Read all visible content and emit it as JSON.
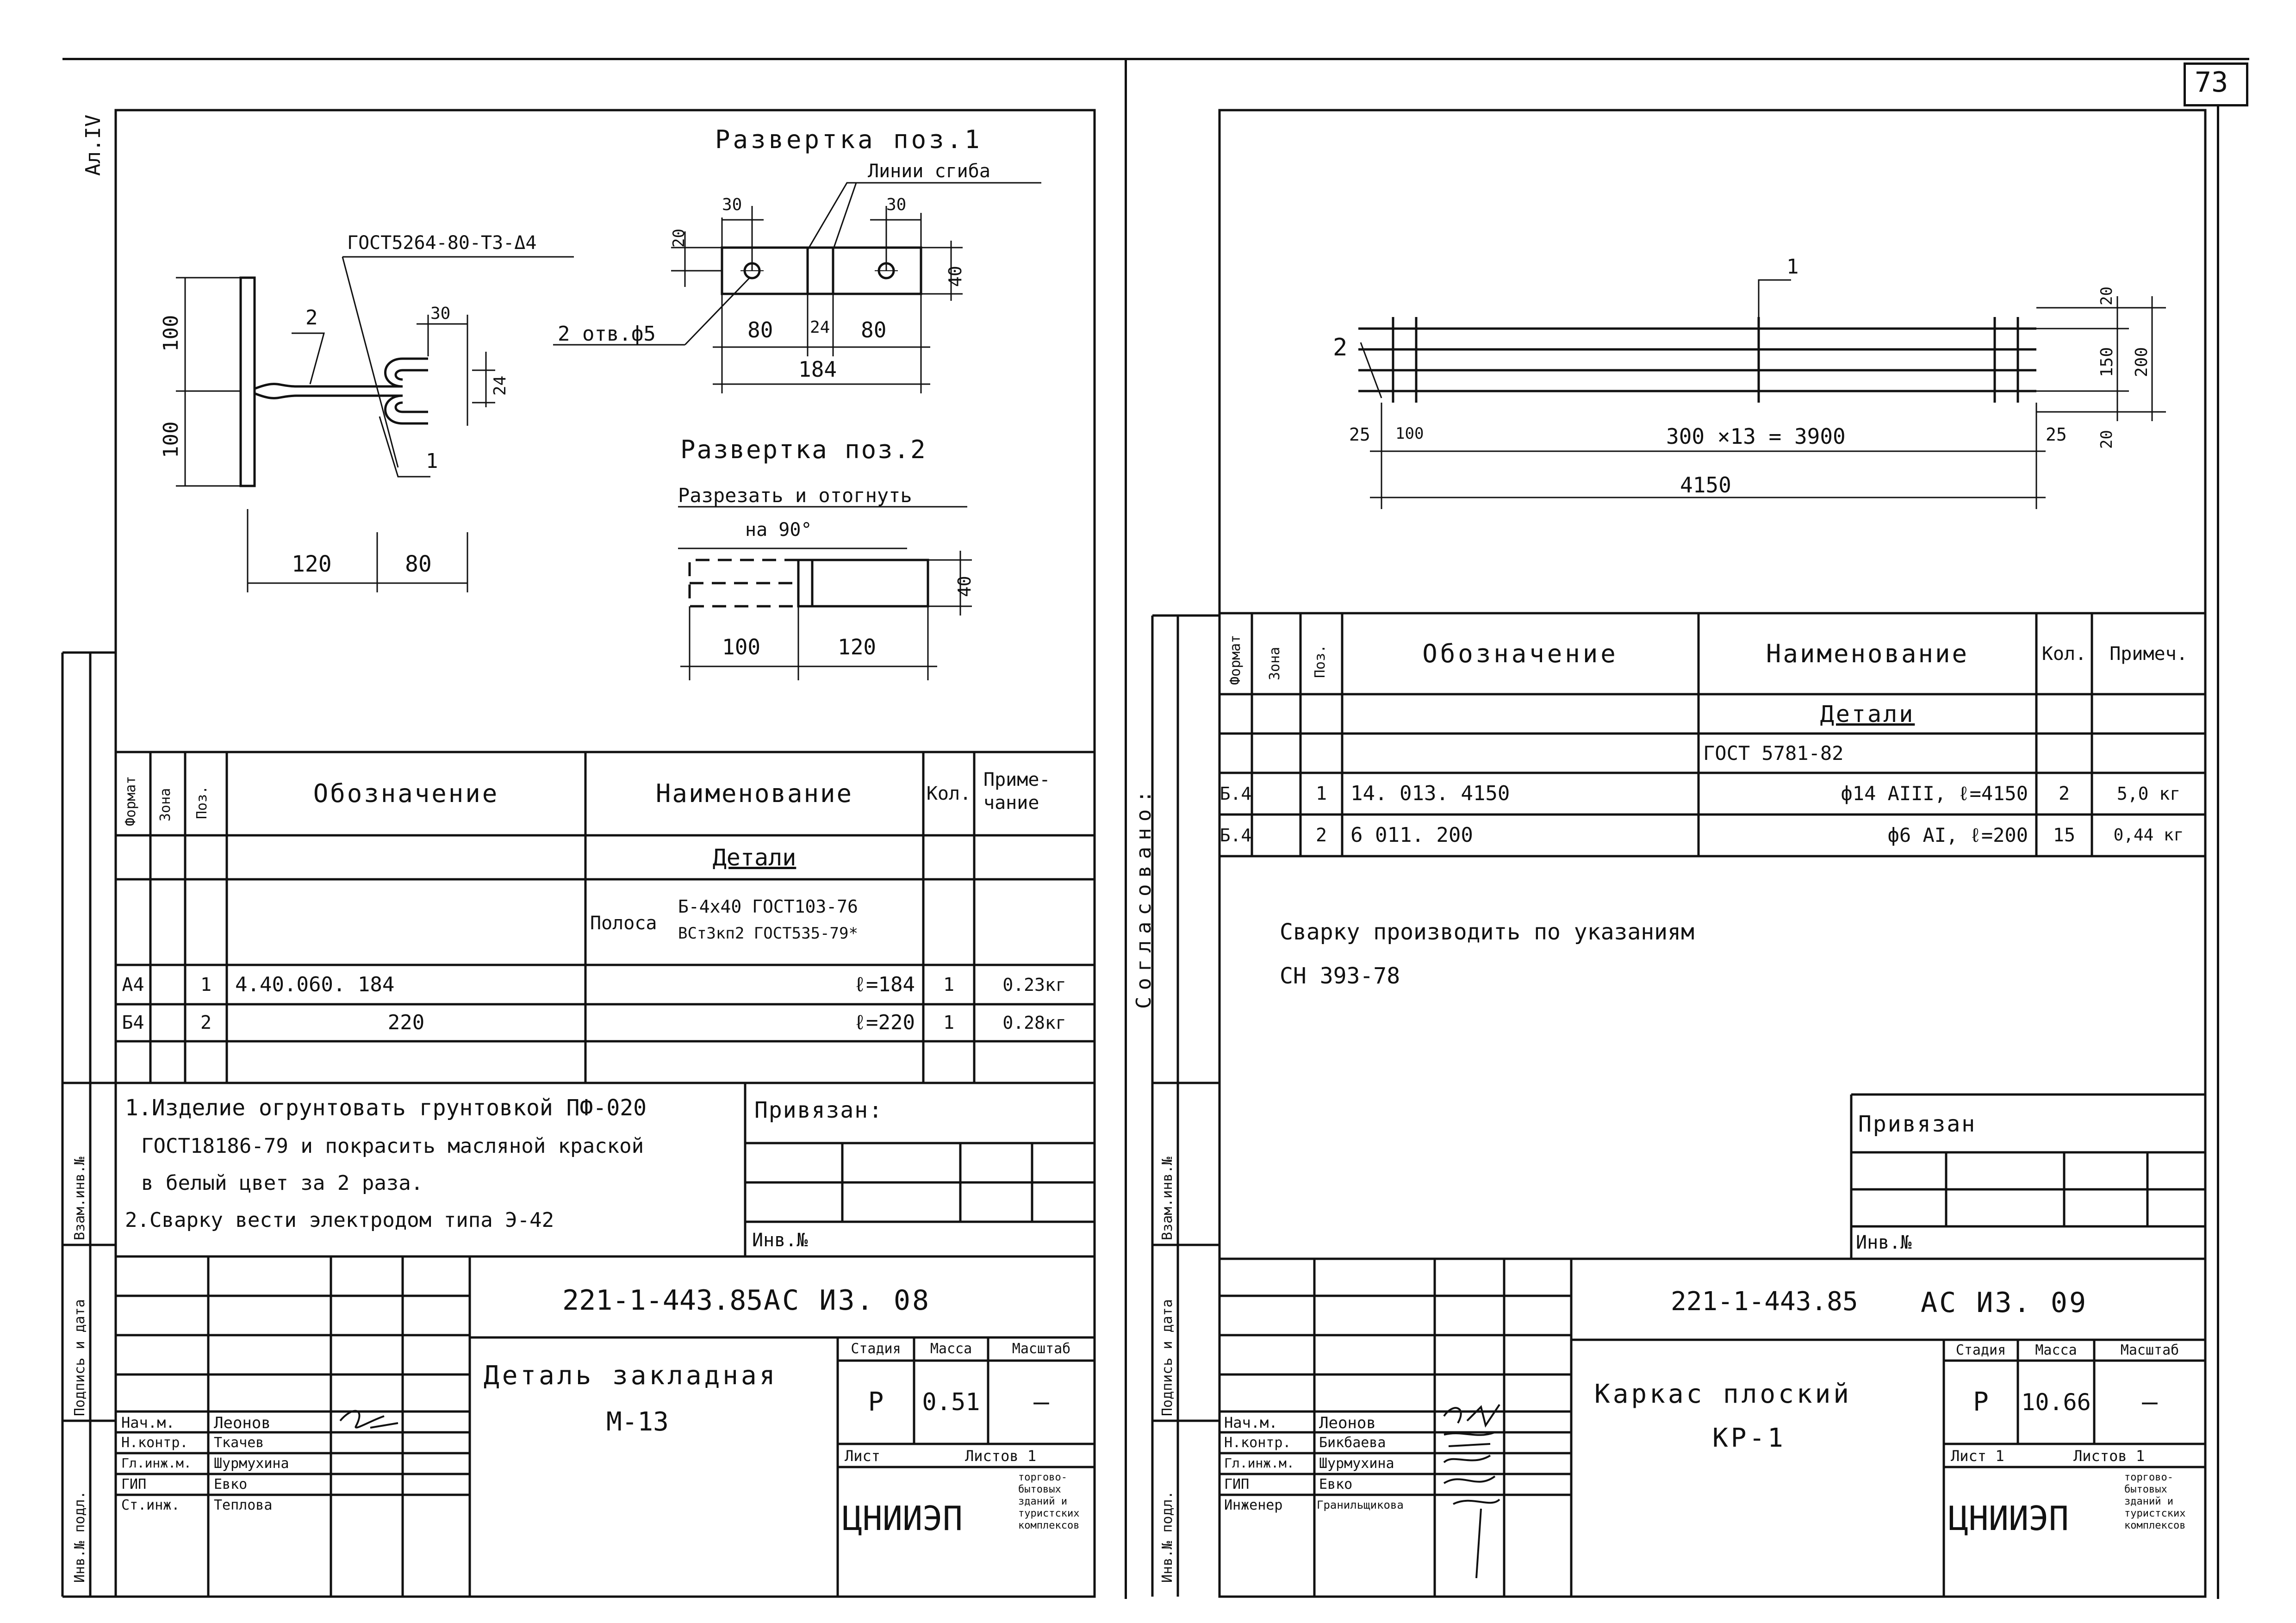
{
  "page_number": "73",
  "left_margin": {
    "album": "Ал.IV",
    "stamp_agreed": "Согласовано:",
    "inv_sub": "Инв.№ подл.",
    "sign_date": "Подпись и дата",
    "vzam_inv": "Взам.инв.№"
  },
  "sheet1": {
    "drawing": {
      "gost_label": "ГОСТ5264-80-Т3-Δ4",
      "dim_100_top": "100",
      "dim_100_bot": "100",
      "dim_120": "120",
      "dim_80": "80",
      "dim_30": "30",
      "dim_24": "24",
      "pos2": "2",
      "pos1": "1",
      "razv1_title": "Развертка поз.1",
      "fold_lines": "Линии сгиба",
      "holes": "2 отв.ф5",
      "r1_30a": "30",
      "r1_30b": "30",
      "r1_20": "20",
      "r1_40": "40",
      "r1_80a": "80",
      "r1_24": "24",
      "r1_80b": "80",
      "r1_184": "184",
      "razv2_title": "Развертка поз.2",
      "cut_bend": "Разрезать и отогнуть",
      "angle": "на 90°",
      "r2_40": "40",
      "r2_100": "100",
      "r2_120": "120"
    },
    "spec": {
      "headers": {
        "format": "Формат",
        "zone": "Зона",
        "pos": "Поз.",
        "designation": "Обозначение",
        "name": "Наименование",
        "qty": "Кол.",
        "note_1": "Приме-",
        "note_2": "чание"
      },
      "section": "Детали",
      "strip_label": "Полоса",
      "strip_line1": "Б-4х40 ГОСТ103-76",
      "strip_line2": "ВСт3кп2 ГОСТ535-79*",
      "rows": [
        {
          "format": "А4",
          "pos": "1",
          "designation": "4.40.060. 184",
          "name": "ℓ=184",
          "qty": "1",
          "note": "0.23кг"
        },
        {
          "format": "Б4",
          "pos": "2",
          "designation": "220",
          "name": "ℓ=220",
          "qty": "1",
          "note": "0.28кг"
        }
      ]
    },
    "notes": [
      "1.Изделие огрунтовать грунтовкой ПФ-020",
      "ГОСТ18186-79 и покрасить масляной краской",
      "в белый цвет за 2 раза.",
      "2.Сварку вести электродом типа Э-42"
    ],
    "privyazan": "Привязан:",
    "inv_no": "Инв.№",
    "title_block": {
      "code": "221-1-443.85",
      "sheet_code": "АС ИЗ. 08",
      "title_line1": "Деталь закладная",
      "title_line2": "М-13",
      "stage_label": "Стадия",
      "mass_label": "Масса",
      "scale_label": "Масштаб",
      "stage": "Р",
      "mass": "0.51",
      "scale": "—",
      "sheet_label": "Лист",
      "sheets_label": "Листов 1",
      "org": "ЦНИИЭП",
      "org_sub": [
        "торгово-",
        "бытовых",
        "зданий и",
        "туристских",
        "комплексов"
      ],
      "people": [
        {
          "role": "Нач.м.",
          "name": "Леонов"
        },
        {
          "role": "Н.контр.",
          "name": "Ткачев"
        },
        {
          "role": "Гл.инж.м.",
          "name": "Шурмухина"
        },
        {
          "role": "ГИП",
          "name": "Евко"
        },
        {
          "role": "Ст.инж.",
          "name": "Теплова"
        }
      ]
    }
  },
  "sheet2": {
    "drawing": {
      "pos1": "1",
      "pos2": "2",
      "d20_top": "20",
      "d150": "150",
      "d200": "200",
      "d20_bot": "20",
      "d25_left": "25",
      "d100": "100",
      "d_series": "300 ×13 = 3900",
      "d25_right": "25",
      "d4150": "4150"
    },
    "spec": {
      "headers": {
        "format": "Формат",
        "zone": "Зона",
        "pos": "Поз.",
        "designation": "Обозначение",
        "name": "Наименование",
        "qty": "Кол.",
        "note": "Примеч."
      },
      "section": "Детали",
      "gost": "ГОСТ 5781-82",
      "rows": [
        {
          "format": "Б.4",
          "pos": "1",
          "designation": "14. 013. 4150",
          "name": "ф14 АIII, ℓ=4150",
          "qty": "2",
          "note": "5,0 кг"
        },
        {
          "format": "Б.4",
          "pos": "2",
          "designation": "6 011. 200",
          "name": "ф6 АI, ℓ=200",
          "qty": "15",
          "note": "0,44 кг"
        }
      ]
    },
    "notes": [
      "Сварку производить по указаниям",
      "СН 393-78"
    ],
    "privyazan": "Привязан",
    "inv_no": "Инв.№",
    "title_block": {
      "code": "221-1-443.85",
      "sheet_code": "АС ИЗ. 09",
      "title_line1": "Каркас плоский",
      "title_line2": "КР-1",
      "stage_label": "Стадия",
      "mass_label": "Масса",
      "scale_label": "Масштаб",
      "stage": "Р",
      "mass": "10.66",
      "scale": "—",
      "sheet_label": "Лист 1",
      "sheets_label": "Листов 1",
      "org": "ЦНИИЭП",
      "org_sub": [
        "торгово-",
        "бытовых",
        "зданий и",
        "туристских",
        "комплексов"
      ],
      "people": [
        {
          "role": "Нач.м.",
          "name": "Леонов"
        },
        {
          "role": "Н.контр.",
          "name": "Бикбаева"
        },
        {
          "role": "Гл.инж.м.",
          "name": "Шурмухина"
        },
        {
          "role": "ГИП",
          "name": "Евко"
        },
        {
          "role": "Инженер",
          "name": "Гранильщикова"
        }
      ]
    }
  }
}
